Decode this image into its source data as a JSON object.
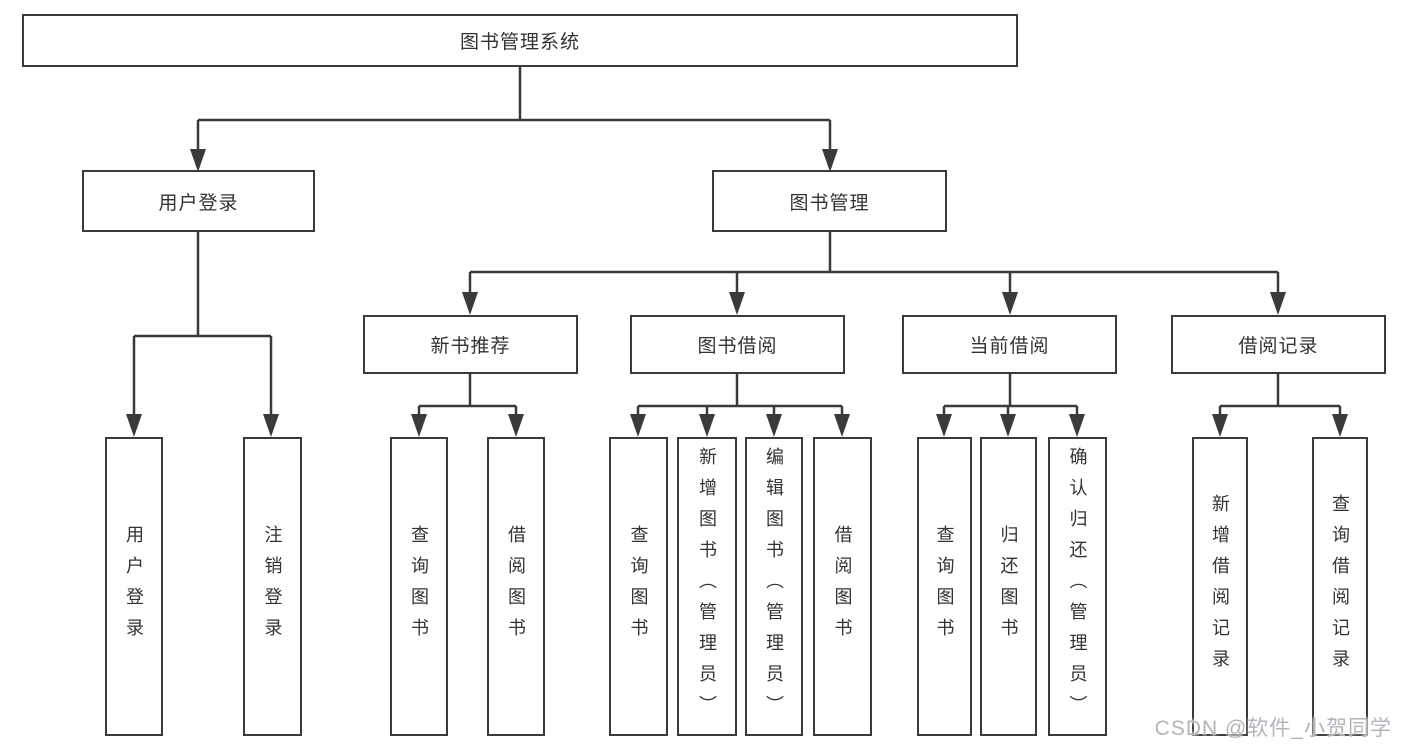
{
  "diagram": {
    "root": "图书管理系统",
    "level2": {
      "user_login": "用户登录",
      "book_management": "图书管理"
    },
    "level3": {
      "new_book_recommend": "新书推荐",
      "book_borrowing": "图书借阅",
      "current_borrowing": "当前借阅",
      "borrowing_records": "借阅记录"
    },
    "leaves": [
      "用户登录",
      "注销登录",
      "查询图书",
      "借阅图书",
      "查询图书",
      "新增图书（管理员）",
      "编辑图书（管理员）",
      "借阅图书",
      "查询图书",
      "归还图书",
      "确认归还（管理员）",
      "新增借阅记录",
      "查询借阅记录"
    ],
    "hierarchy": {
      "图书管理系统": [
        "用户登录",
        "图书管理"
      ],
      "用户登录": [
        "用户登录",
        "注销登录"
      ],
      "图书管理": [
        "新书推荐",
        "图书借阅",
        "当前借阅",
        "借阅记录"
      ],
      "新书推荐": [
        "查询图书",
        "借阅图书"
      ],
      "图书借阅": [
        "查询图书",
        "新增图书（管理员）",
        "编辑图书（管理员）",
        "借阅图书"
      ],
      "当前借阅": [
        "查询图书",
        "归还图书",
        "确认归还（管理员）"
      ],
      "借阅记录": [
        "新增借阅记录",
        "查询借阅记录"
      ]
    },
    "colors": {
      "line": "#3a3a3a",
      "box_border": "#3a3a3a",
      "text": "#333333",
      "background": "#ffffff",
      "watermark": "#b2b5b9"
    }
  },
  "watermark": "CSDN @软件_小贺同学"
}
